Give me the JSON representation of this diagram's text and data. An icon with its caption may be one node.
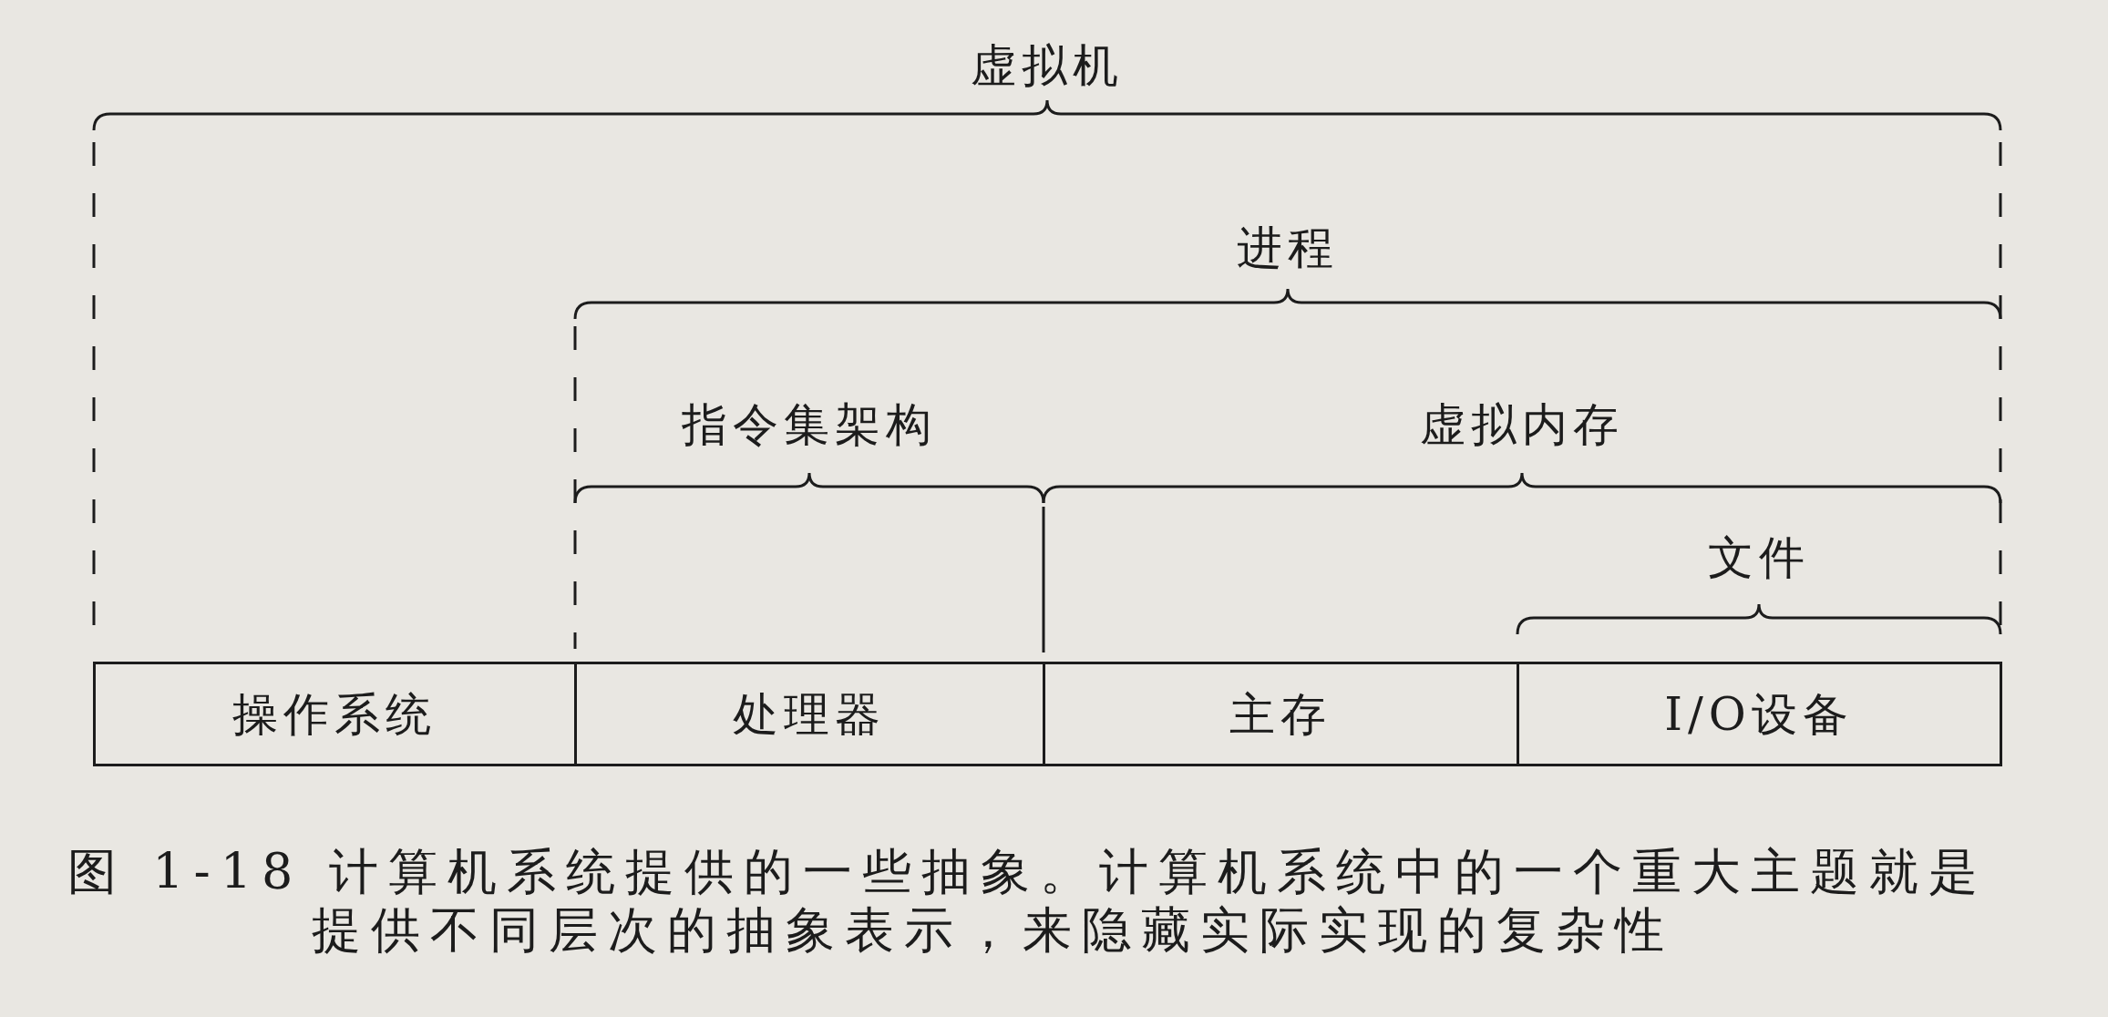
{
  "diagram": {
    "caption": "图 1-18 计算机系统提供的一些抽象。计算机系统中的一个重大主题就是提供不同层次的抽象表示，来隐藏实际实现的复杂性",
    "nodes": [
      {
        "text": [
          "操作系统"
        ]
      },
      {
        "text": [
          "处理器"
        ]
      },
      {
        "text": [
          "主存"
        ]
      },
      {
        "text": [
          "I/O设备"
        ]
      }
    ],
    "labels": [
      "虚拟机",
      "进程",
      "指令集架构",
      "虚拟内存",
      "文件"
    ]
  }
}
